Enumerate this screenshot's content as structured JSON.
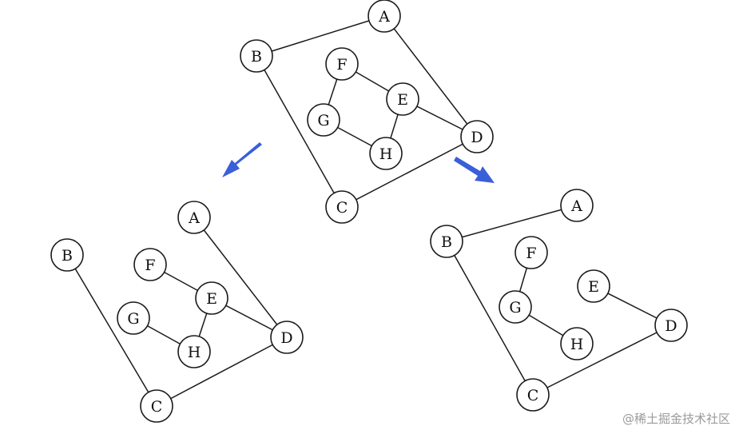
{
  "colors": {
    "arrow": "#3a5fd9",
    "stroke": "#1a1a1a",
    "node_fill": "#ffffff"
  },
  "watermark": "@稀土掘金技术社区",
  "graphs": [
    {
      "id": "original",
      "nodes": [
        "A",
        "B",
        "C",
        "D",
        "E",
        "F",
        "G",
        "H"
      ],
      "edges": [
        [
          "A",
          "B"
        ],
        [
          "A",
          "D"
        ],
        [
          "B",
          "C"
        ],
        [
          "C",
          "D"
        ],
        [
          "D",
          "E"
        ],
        [
          "E",
          "F"
        ],
        [
          "E",
          "H"
        ],
        [
          "F",
          "G"
        ],
        [
          "G",
          "H"
        ]
      ]
    },
    {
      "id": "left",
      "nodes": [
        "A",
        "B",
        "C",
        "D",
        "E",
        "F",
        "G",
        "H"
      ],
      "edges": [
        [
          "A",
          "D"
        ],
        [
          "B",
          "C"
        ],
        [
          "C",
          "D"
        ],
        [
          "D",
          "E"
        ],
        [
          "E",
          "F"
        ],
        [
          "E",
          "H"
        ],
        [
          "G",
          "H"
        ]
      ]
    },
    {
      "id": "right",
      "nodes": [
        "A",
        "B",
        "C",
        "D",
        "E",
        "F",
        "G",
        "H"
      ],
      "edges": [
        [
          "A",
          "B"
        ],
        [
          "B",
          "C"
        ],
        [
          "C",
          "D"
        ],
        [
          "D",
          "E"
        ],
        [
          "F",
          "G"
        ],
        [
          "G",
          "H"
        ]
      ]
    }
  ]
}
